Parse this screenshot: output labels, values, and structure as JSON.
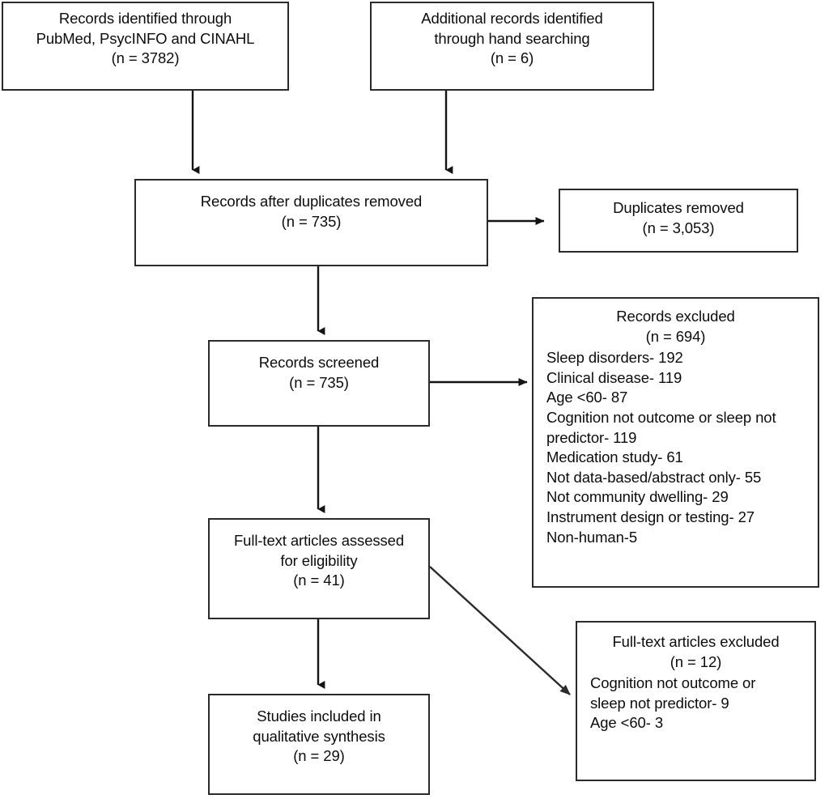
{
  "diagram": {
    "type": "prisma-flow-diagram",
    "stroke_color": "#2b2b2b",
    "text_color": "#0d0d0d",
    "background": "#ffffff",
    "nodes": {
      "identified_databases": {
        "lines": [
          "Records identified through",
          "PubMed, PsycINFO and CINAHL",
          "(n = 3782)"
        ]
      },
      "identified_hand": {
        "lines": [
          "Additional records identified",
          "through hand searching",
          "(n = 6)"
        ]
      },
      "after_duplicates": {
        "lines": [
          "Records after duplicates removed",
          "(n = 735)"
        ]
      },
      "duplicates_removed": {
        "lines": [
          "Duplicates removed",
          "(n = 3,053)"
        ]
      },
      "records_screened": {
        "lines": [
          "Records screened",
          "(n = 735)"
        ]
      },
      "records_excluded": {
        "heading": [
          "Records excluded",
          "(n = 694)"
        ],
        "reasons": [
          "Sleep disorders- 192",
          "Clinical disease- 119",
          "Age <60- 87",
          "Cognition not outcome or sleep not",
          "predictor- 119",
          "Medication study- 61",
          "Not data-based/abstract only- 55",
          "Not community dwelling- 29",
          "Instrument design or testing- 27",
          "Non-human-5"
        ]
      },
      "fulltext_assessed": {
        "lines": [
          "Full-text articles assessed",
          "for eligibility",
          "(n = 41)"
        ]
      },
      "fulltext_excluded": {
        "heading": [
          "Full-text articles excluded",
          "(n = 12)"
        ],
        "reasons": [
          "Cognition not outcome or",
          "sleep not predictor- 9",
          "Age <60- 3"
        ]
      },
      "studies_included": {
        "lines": [
          "Studies included in",
          "qualitative synthesis",
          "(n = 29)"
        ]
      }
    }
  }
}
